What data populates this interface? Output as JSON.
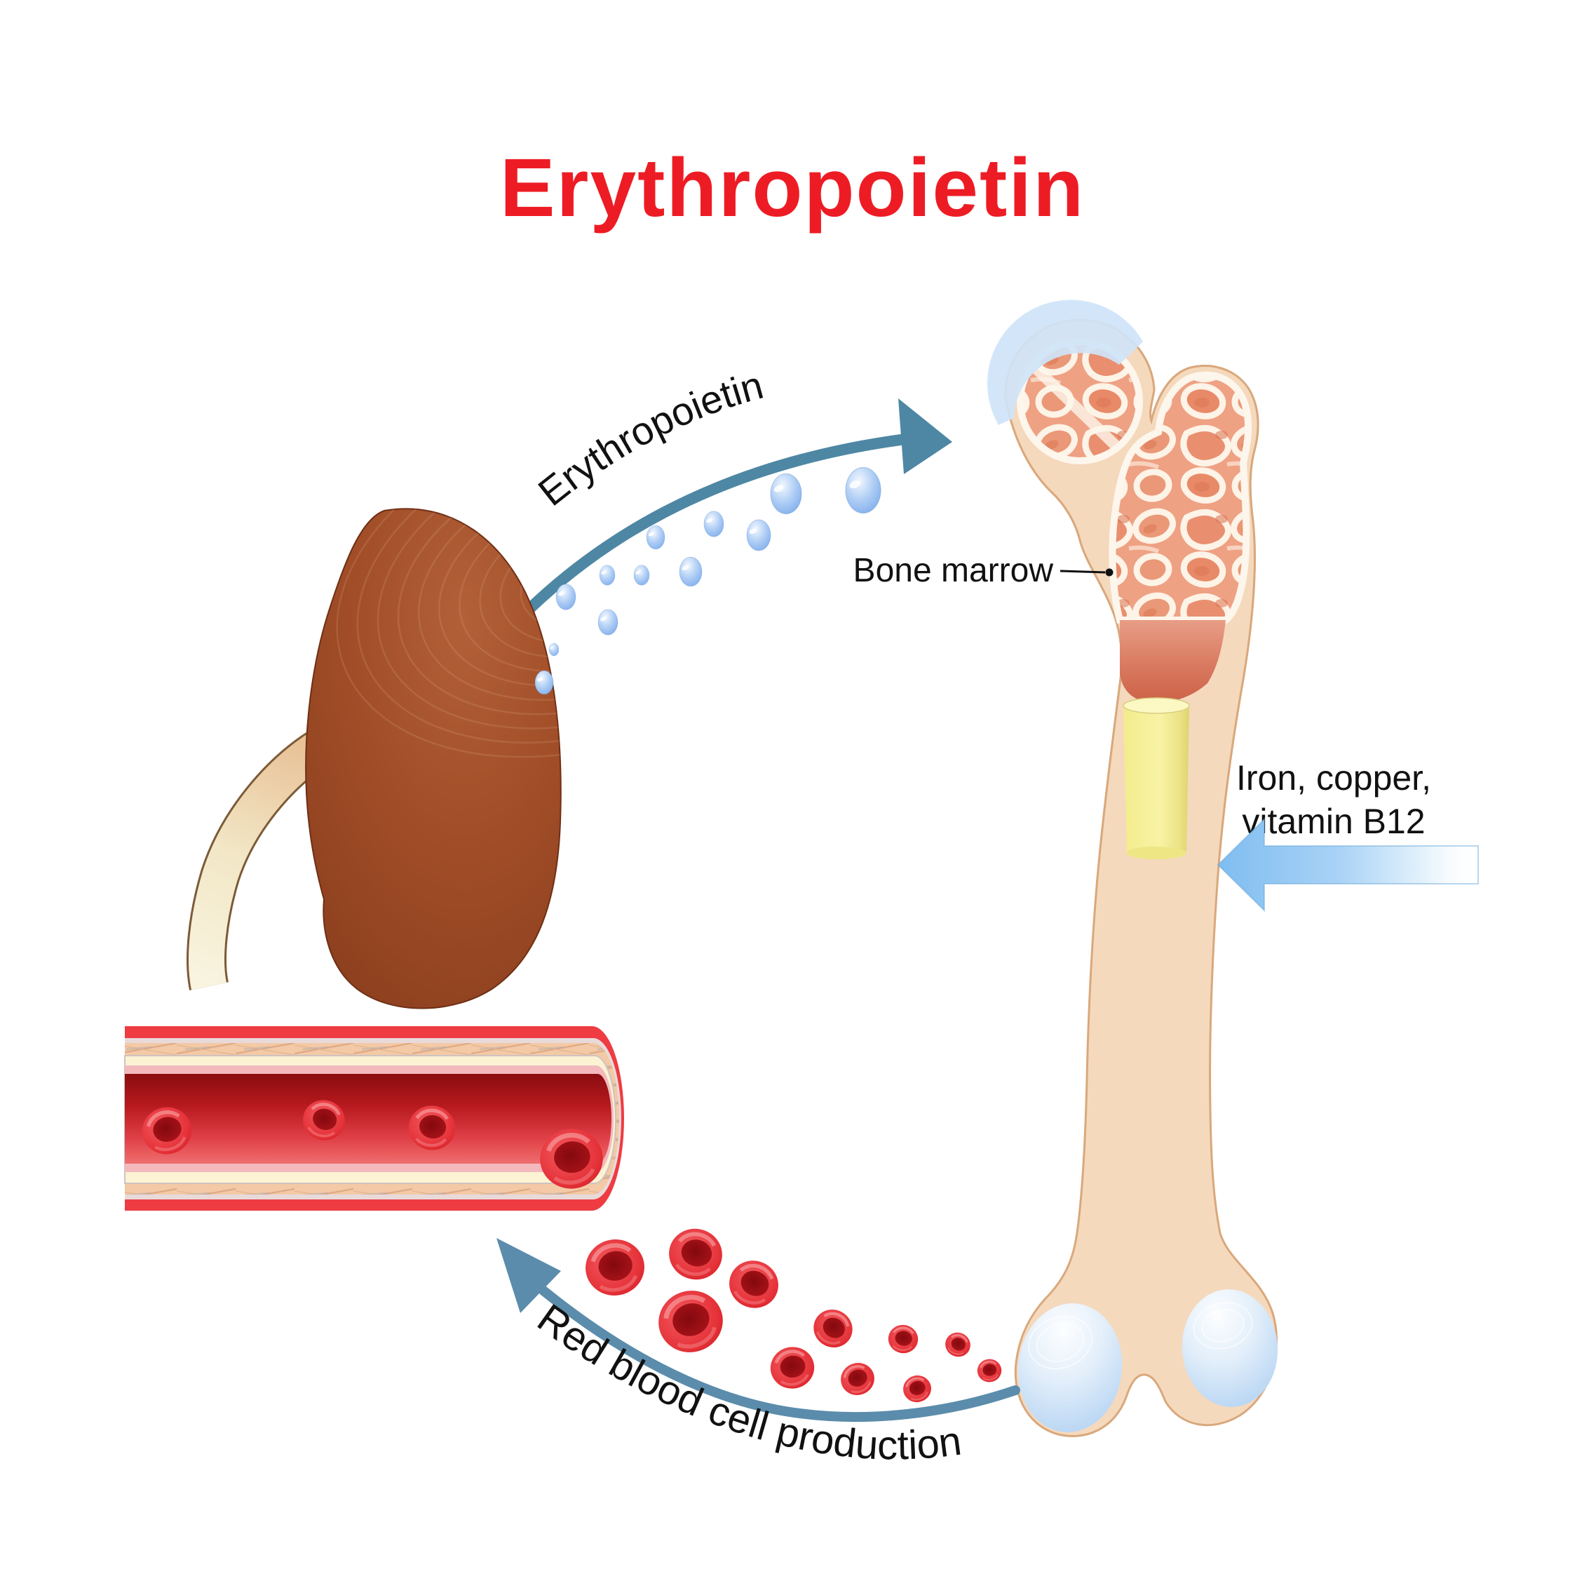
{
  "title": {
    "text": "Erythropoietin"
  },
  "labels": {
    "epo_arrow": "Erythropoietin",
    "bone_marrow": "Bone marrow",
    "nutrients_line1": "Iron, copper,",
    "nutrients_line2": "vitamin B12",
    "production": "Red blood cell production"
  },
  "colors": {
    "title_red": "#ed1c24",
    "label_black": "#111111",
    "arrow_teal": "#4d87a4",
    "droplet_blue": "#8ab6ee",
    "kidney_brown": "#9c4a26",
    "ureter_cream": "#f3ead0",
    "bone_cream": "#f9ecd8",
    "bone_tan": "#f5d9bd",
    "spongy_salmon": "#efa183",
    "red_marrow": "#cc6148",
    "yellow_marrow": "#f7f29b",
    "cartilage_blue": "#cfe4f8",
    "condyle_blue": "#a6cbf0",
    "vessel_outer_red": "#ee3c42",
    "lumen_dark_red": "#8a0c10",
    "rbc_red": "#e63238",
    "nutrient_arrow_blue": "#7fbdf0"
  },
  "figures": {
    "epo_droplet_count": 12,
    "production_rbc_count": 11,
    "vessel_rbc_count": 4
  }
}
